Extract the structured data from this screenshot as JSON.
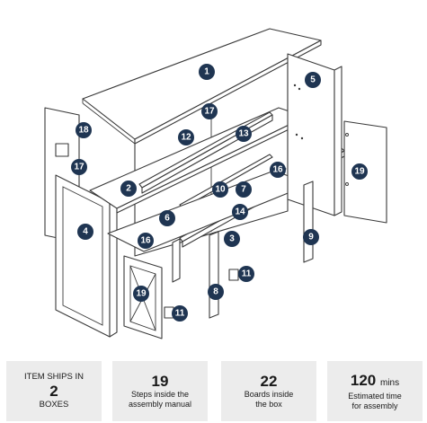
{
  "badges": {
    "b1": "1",
    "b2": "2",
    "b3": "3",
    "b4": "4",
    "b5": "5",
    "b6": "6",
    "b7": "7",
    "b8": "8",
    "b9": "9",
    "b10": "10",
    "b11a": "11",
    "b11b": "11",
    "b12": "12",
    "b13": "13",
    "b14": "14",
    "b16a": "16",
    "b16b": "16",
    "b17a": "17",
    "b17b": "17",
    "b18": "18",
    "b19a": "19",
    "b19b": "19"
  },
  "stats": [
    {
      "line1": "ITEM SHIPS IN",
      "big": "2",
      "line2": "BOXES"
    },
    {
      "big": "19",
      "line1": "Steps inside the",
      "line2": "assembly manual"
    },
    {
      "big": "22",
      "line1": "Boards inside",
      "line2": "the box"
    },
    {
      "big": "120",
      "unit": "mins",
      "line1": "Estimated time",
      "line2": "for assembly"
    }
  ],
  "colors": {
    "badge": "#1f3552",
    "card": "#ececec",
    "line": "#3a3a3a"
  }
}
